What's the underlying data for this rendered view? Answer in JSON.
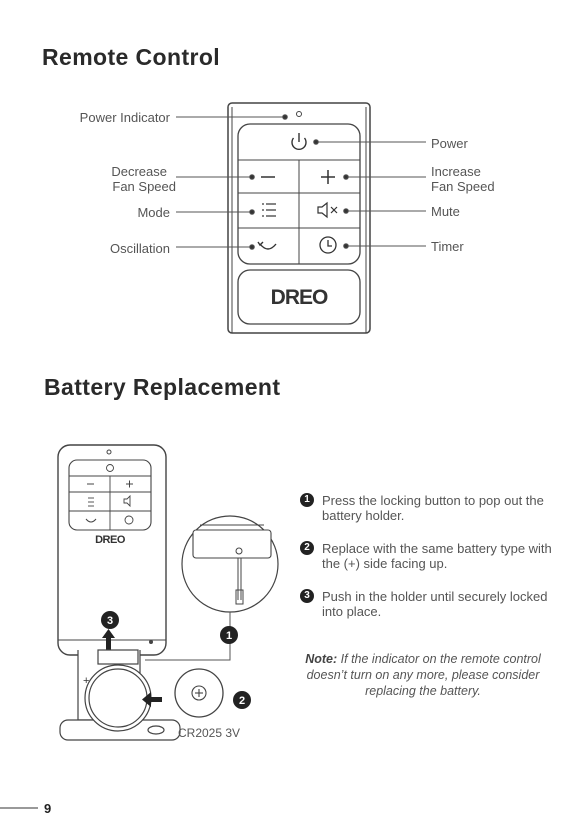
{
  "remote_section": {
    "title": "Remote Control",
    "labels": {
      "power_indicator": "Power Indicator",
      "decrease_fan_speed_1": "Decrease",
      "decrease_fan_speed_2": "Fan Speed",
      "mode": "Mode",
      "oscillation": "Oscillation",
      "power": "Power",
      "increase_fan_speed_1": "Increase",
      "increase_fan_speed_2": "Fan Speed",
      "mute": "Mute",
      "timer": "Timer"
    },
    "brand": "DREO"
  },
  "battery_section": {
    "title": "Battery Replacement",
    "brand_small": "DREO",
    "steps": [
      {
        "number": "1",
        "text": "Press the locking button to pop out the battery holder."
      },
      {
        "number": "2",
        "text": "Replace with the same battery type with the (+) side facing up."
      },
      {
        "number": "3",
        "text": "Push in the holder until securely locked into place."
      }
    ],
    "note_label": "Note:",
    "note_text": "If the indicator on the remote control doesn’t turn on any more, please consider replacing the battery.",
    "battery_label": "CR2025 3V",
    "callouts": {
      "one": "1",
      "two": "2",
      "three": "3"
    }
  },
  "footer": {
    "page_number": "9"
  }
}
